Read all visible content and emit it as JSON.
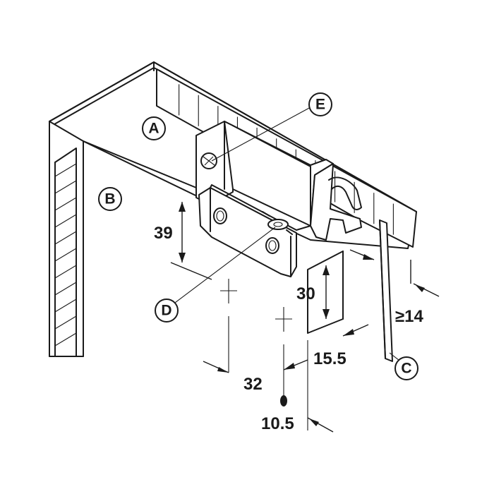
{
  "labels": {
    "A": "A",
    "B": "B",
    "C": "C",
    "D": "D",
    "E": "E"
  },
  "dimensions": {
    "d39": "39",
    "d30": "30",
    "d15_5": "15.5",
    "d32": "32",
    "d10_5": "10.5",
    "d14": "≥14"
  }
}
